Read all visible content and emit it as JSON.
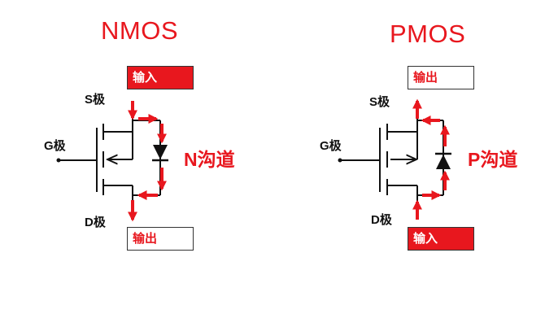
{
  "nmos": {
    "title": "NMOS",
    "source_label": "S极",
    "gate_label": "G极",
    "drain_label": "D极",
    "input_label": "输入",
    "output_label": "输出",
    "channel_label": "N沟道"
  },
  "pmos": {
    "title": "PMOS",
    "source_label": "S极",
    "gate_label": "G极",
    "drain_label": "D极",
    "input_label": "输入",
    "output_label": "输出",
    "channel_label": "P沟道"
  },
  "colors": {
    "accent": "#e8171e",
    "line": "#111111"
  }
}
